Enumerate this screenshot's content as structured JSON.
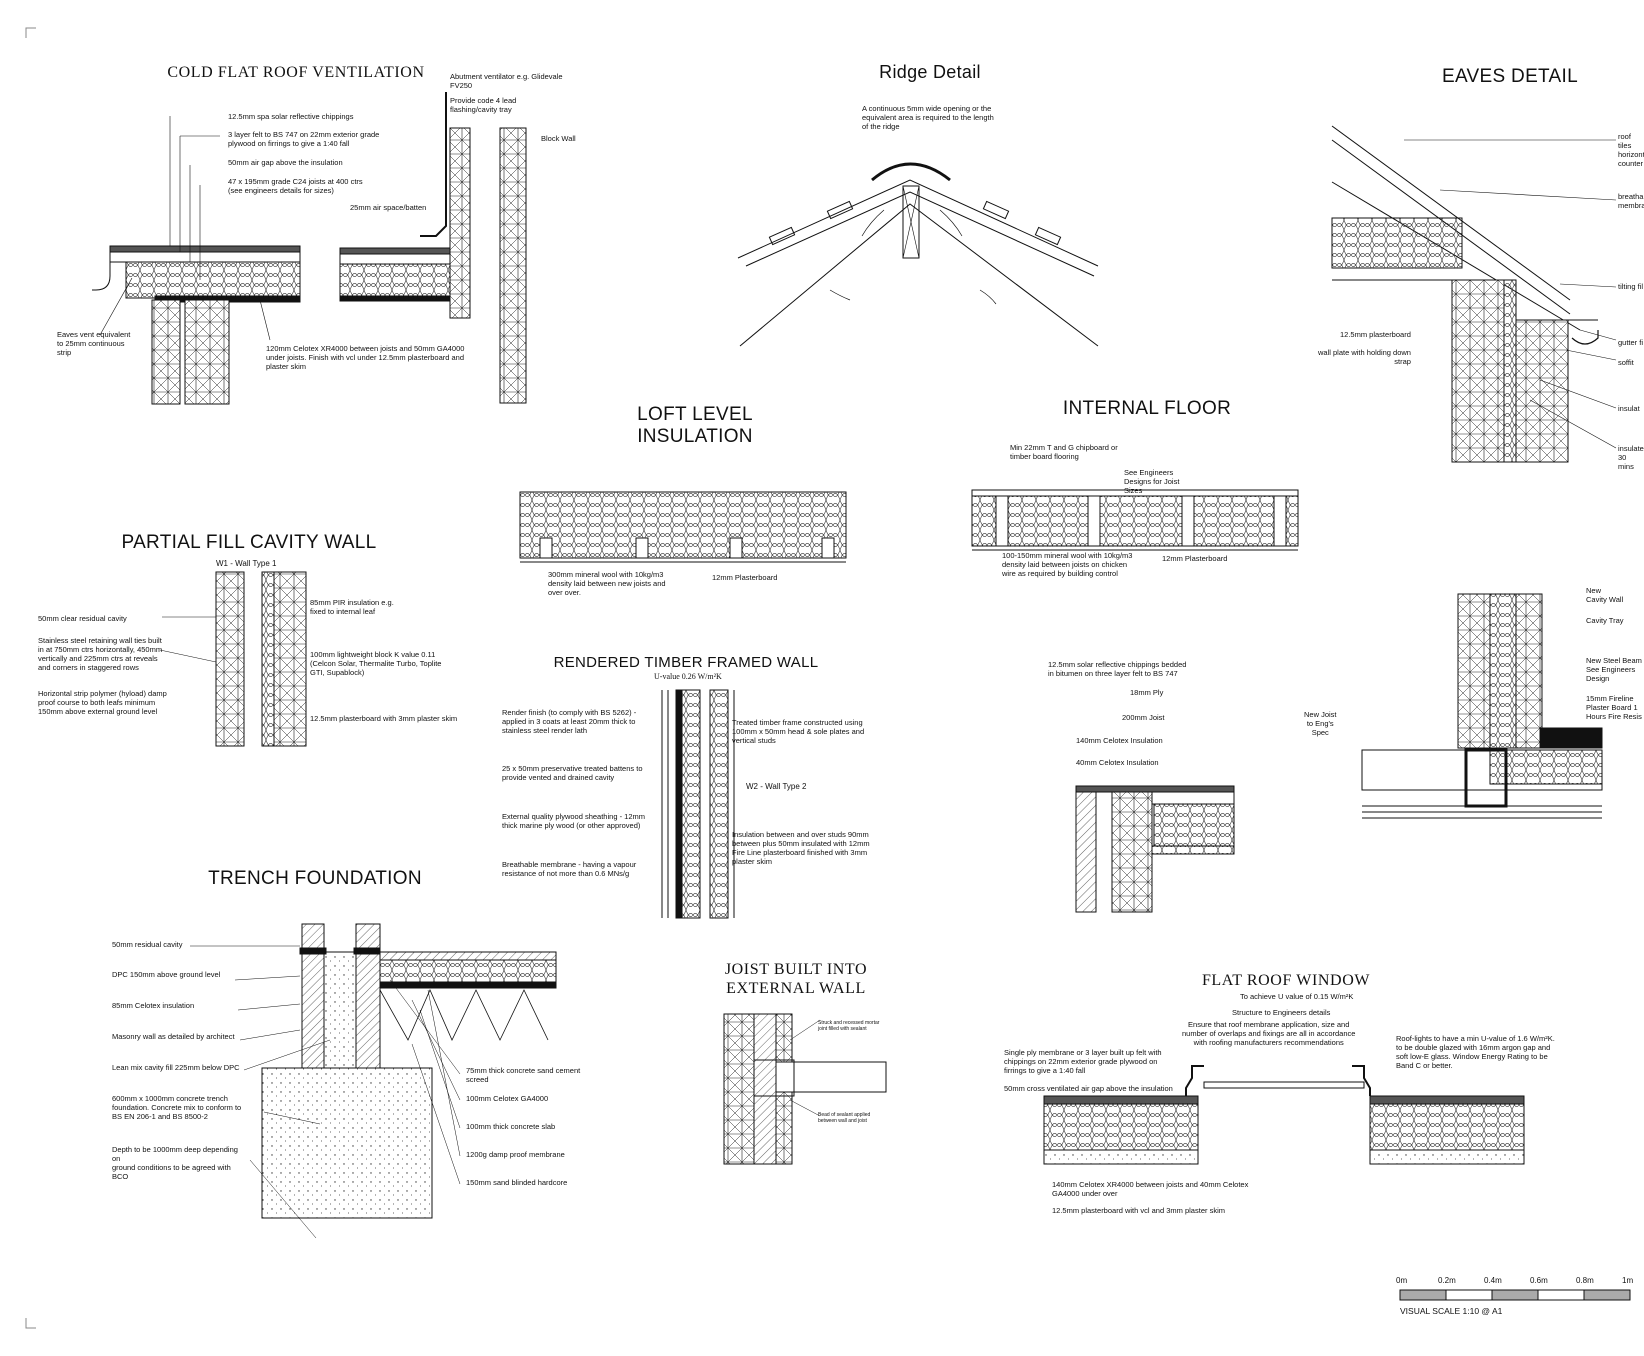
{
  "sheet": {
    "scale_label": "VISUAL SCALE 1:10  @ A1",
    "scale_ticks": [
      "0m",
      "0.2m",
      "0.4m",
      "0.6m",
      "0.8m",
      "1m"
    ]
  },
  "cold_flat_roof": {
    "title": "COLD FLAT ROOF VENTILATION",
    "labels": {
      "chippings": "12.5mm spa solar reflective chippings",
      "felt": "3 layer felt to BS 747 on 22mm exterior grade\nplywood on firrings to give a 1:40 fall",
      "airgap": "50mm air gap above the insulation",
      "joists": "47 x 195mm grade C24 joists at 400 ctrs\n(see engineers details for sizes)",
      "abutment": "Abutment ventilator e.g. Glidevale\nFV250",
      "lead": "Provide code 4 lead\nflashing/cavity tray",
      "blockwall": "Block Wall",
      "airspace": "25mm air space/batten",
      "eaves_vent": "Eaves vent equivalent\nto 25mm continuous\nstrip",
      "celotex": "120mm Celotex XR4000 between joists and 50mm GA4000\nunder joists. Finish with vcl under 12.5mm plasterboard and\nplaster skim"
    }
  },
  "ridge": {
    "title": "Ridge Detail",
    "note": "A continuous 5mm wide opening or the\nequivalent area is required to the length\nof the ridge"
  },
  "eaves": {
    "title": "EAVES DETAIL",
    "labels": {
      "rooftiles": "roof tiles\nhorizont\ncounter",
      "breathable": "breatha\nmembra",
      "tilting": "tilting fil",
      "plasterboard": "12.5mm plasterboard",
      "wallplate": "wall plate with holding down\nstrap",
      "gutter": "gutter fi",
      "soffit": "soffit",
      "insulat": "insulat",
      "insulat30": "insulate\n30 mins"
    }
  },
  "loft": {
    "title": "LOFT LEVEL\nINSULATION",
    "mineral": "300mm mineral wool with 10kg/m3\ndensity laid between new joists and\nover over.",
    "plasterboard": "12mm Plasterboard"
  },
  "internal_floor": {
    "title": "INTERNAL FLOOR",
    "chipboard": "Min 22mm T and G chipboard or\ntimber board flooring",
    "engineers": "See Engineers\nDesigns for Joist\nSizes",
    "mineral": "100-150mm mineral wool with 10kg/m3\ndensity laid between joists on chicken\nwire as required by building control",
    "plasterboard": "12mm Plasterboard"
  },
  "partial_fill": {
    "title": "PARTIAL FILL CAVITY WALL",
    "subtitle": "W1 - Wall Type 1",
    "labels": {
      "cavity": "50mm clear residual cavity",
      "ties": "Stainless steel retaining wall ties built\nin at 750mm ctrs horizontally, 450mm\nvertically and 225mm ctrs at reveals\nand corners in staggered rows",
      "dpc": "Horizontal strip polymer (hyload) damp\nproof course to both leafs minimum\n150mm above external ground level",
      "pir": "85mm PIR insulation e.g.\nfixed to internal leaf",
      "block": "100mm lightweight block K value 0.11\n(Celcon Solar, Thermalite Turbo, Toplite\nGTI, Supablock)",
      "plaster": "12.5mm plasterboard with 3mm plaster skim"
    }
  },
  "rendered_timber": {
    "title": "RENDERED TIMBER FRAMED WALL",
    "uvalue": "U-value 0.26 W/m²K",
    "wall_type": "W2 - Wall Type 2",
    "labels": {
      "render": "Render finish (to comply with BS 5262) -\napplied in 3 coats at least 20mm thick to\nstainless steel render lath",
      "battens": "25 x 50mm preservative treated battens to\nprovide vented and drained cavity",
      "plywood": "External quality plywood sheathing - 12mm\nthick marine ply wood (or other approved)",
      "membrane": "Breathable membrane - having a vapour\nresistance of not more than 0.6 MNs/g",
      "frame": "Treated timber frame constructed using\n100mm x 50mm head & sole plates and\nvertical studs",
      "insulation": "Insulation between and over studs 90mm\nbetween plus 50mm insulated with 12mm\nFire Line plasterboard finished with 3mm\nplaster skim"
    }
  },
  "flat_roof_section": {
    "labels": {
      "chippings": "12.5mm solar reflective chippings bedded\nin bitumen on three layer felt to BS 747",
      "ply": "18mm Ply",
      "joist": "200mm Joist",
      "celotex140": "140mm Celotex Insulation",
      "celotex40": "40mm Celotex Insulation"
    }
  },
  "steel_beam": {
    "labels": {
      "cavity": "New\nCavity Wall",
      "tray": "Cavity Tray",
      "beam": "New Steel Beam\nSee Engineers\nDesign",
      "fireline": "15mm Fireline\nPlaster Board 1\nHours Fire Resis",
      "joist": "New Joist\nto Eng's\nSpec"
    }
  },
  "trench": {
    "title": "TRENCH FOUNDATION",
    "labels": {
      "residual": "50mm residual cavity",
      "dpc": "DPC 150mm above ground level",
      "celotex": "85mm Celotex insulation",
      "masonry": "Masonry wall as detailed by architect",
      "leanmix": "Lean mix cavity fill 225mm below DPC",
      "trench": "600mm x 1000mm concrete trench\nfoundation. Concrete mix to conform to\nBS EN 206-1 and BS 8500-2",
      "depth": "Depth to be 1000mm deep depending\non\nground conditions to be agreed with\nBCO",
      "screed": "75mm thick concrete sand cement\nscreed",
      "ga4000": "100mm Celotex GA4000",
      "slab": "100mm thick concrete slab",
      "dpm": "1200g damp proof membrane",
      "hardcore": "150mm sand blinded hardcore"
    }
  },
  "joist_wall": {
    "title": "JOIST BUILT INTO\nEXTERNAL WALL",
    "mortar": "Struck and recessed mortar\njoint filled with sealant",
    "sealant": "Bead of sealant applied\nbetween wall and joist"
  },
  "flat_roof_window": {
    "title": "FLAT ROOF WINDOW",
    "uvalue": "To achieve U value of 0.15 W/m²K",
    "structure": "Structure to Engineers details",
    "membrane_note": "Ensure that roof membrane application, size and\nnumber of overlaps and fixings are all in accordance\nwith roofing manufacturers recommendations",
    "single_ply": "Single ply membrane or 3 layer built up felt with\nchippings on 22mm exterior grade plywood on\nfirrings to give a 1:40 fall",
    "airgap": "50mm cross ventilated air gap above the insulation",
    "rooflights": "Roof-lights to have a min U-value of 1.6 W/m²K.\nto be double glazed with 16mm argon gap and\nsoft low-E glass. Window Energy Rating to be\nBand C or better.",
    "celotex": "140mm Celotex XR4000 between joists and 40mm Celotex\nGA4000 under over",
    "plasterboard": "12.5mm plasterboard with vcl and 3mm plaster skim"
  }
}
